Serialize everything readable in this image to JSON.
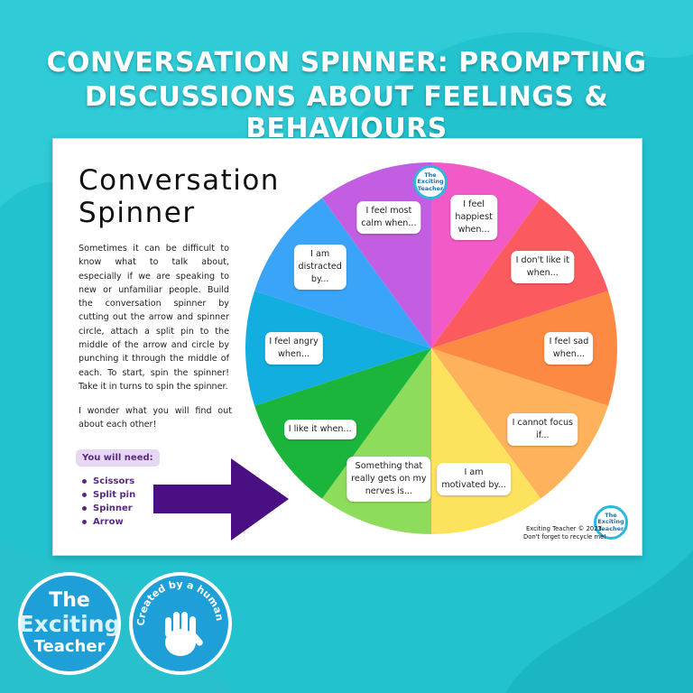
{
  "headline": {
    "line1": "CONVERSATION SPINNER: PROMPTING",
    "line2": "DISCUSSIONS ABOUT FEELINGS & BEHAVIOURS"
  },
  "card": {
    "title_line1": "Conversation",
    "title_line2": "Spinner",
    "description": "Sometimes it can be difficult to know what to talk about, especially if we are speaking to new or unfamiliar people. Build the conversation spinner by cutting out the arrow and spinner circle, attach a split pin to the middle of the arrow and circle by punching it through the middle of each. To start, spin the spinner! Take it in turns to spin the spinner.",
    "closing": "I wonder what you will find out about each other!",
    "need_title": "You will need:",
    "need_items": [
      "Scissors",
      "Split pin",
      "Spinner",
      "Arrow"
    ],
    "credit_line1": "Exciting Teacher © 2023.",
    "credit_line2": "Don't forget to recycle me!"
  },
  "wheel": {
    "segments": [
      {
        "color": "#f25bc7",
        "label_lines": [
          "I feel",
          "happiest",
          "when..."
        ]
      },
      {
        "color": "#fb5a5f",
        "label_lines": [
          "I don't like it",
          "when..."
        ]
      },
      {
        "color": "#fd8a43",
        "label_lines": [
          "I feel sad",
          "when..."
        ]
      },
      {
        "color": "#fdb25b",
        "label_lines": [
          "I cannot focus",
          "if..."
        ]
      },
      {
        "color": "#fde25d",
        "label_lines": [
          "I am",
          "motivated by..."
        ]
      },
      {
        "color": "#8edc5c",
        "label_lines": [
          "Something that",
          "really gets on my",
          "nerves is..."
        ]
      },
      {
        "color": "#1bb53b",
        "label_lines": [
          "I like it when..."
        ]
      },
      {
        "color": "#13aee0",
        "label_lines": [
          "I feel angry",
          "when..."
        ]
      },
      {
        "color": "#3aa4f8",
        "label_lines": [
          "I am",
          "distracted",
          "by..."
        ]
      },
      {
        "color": "#c35ee2",
        "label_lines": [
          "I feel most",
          "calm when..."
        ]
      }
    ],
    "arrow_color": "#4a0f82"
  },
  "badges": {
    "mini_logo": [
      "The",
      "Exciting",
      "Teacher"
    ],
    "logo_lines": [
      "The",
      "Exciting",
      "Teacher"
    ],
    "human_badge_text": "Created by a human!"
  },
  "colors": {
    "background": "#22c3cf",
    "accent_purple": "#5a2a82",
    "logo_blue": "#1e9fd8"
  }
}
